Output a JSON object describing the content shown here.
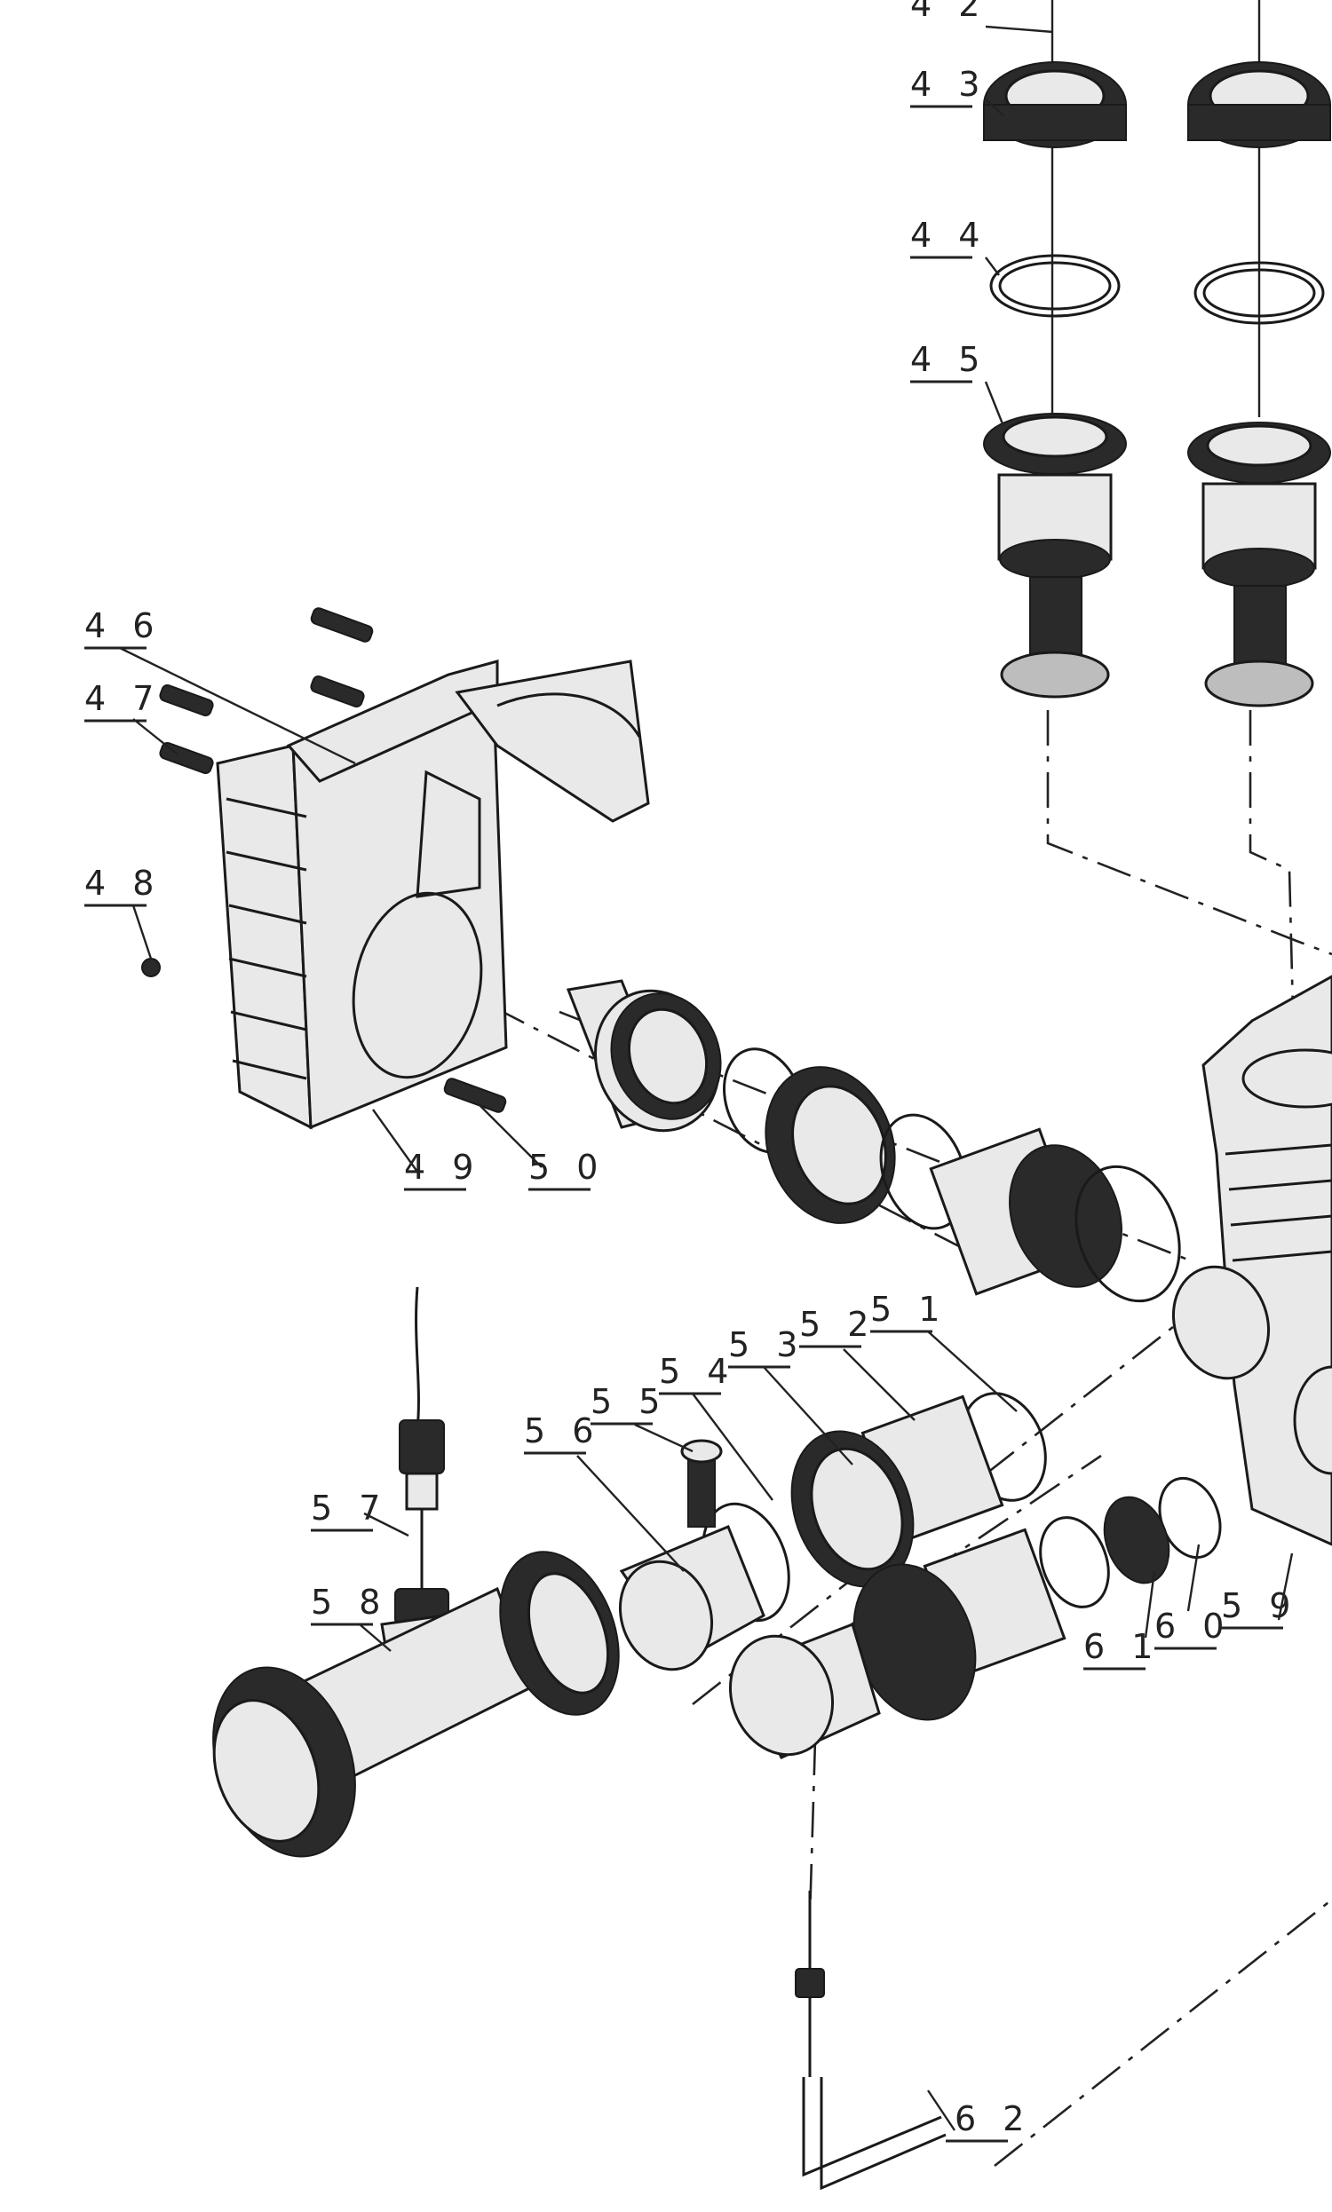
{
  "callouts": {
    "c42": "4 2",
    "c43": "4 3",
    "c44": "4 4",
    "c45": "4 5",
    "c46": "4 6",
    "c47": "4 7",
    "c48": "4 8",
    "c49": "4 9",
    "c50": "5 0",
    "c51": "5 1",
    "c52": "5 2",
    "c53": "5 3",
    "c54": "5 4",
    "c55": "5 5",
    "c56": "5 6",
    "c57": "5 7",
    "c58": "5 8",
    "c59": "5 9",
    "c60": "6 0",
    "c61": "6 1",
    "c62": "6 2"
  }
}
